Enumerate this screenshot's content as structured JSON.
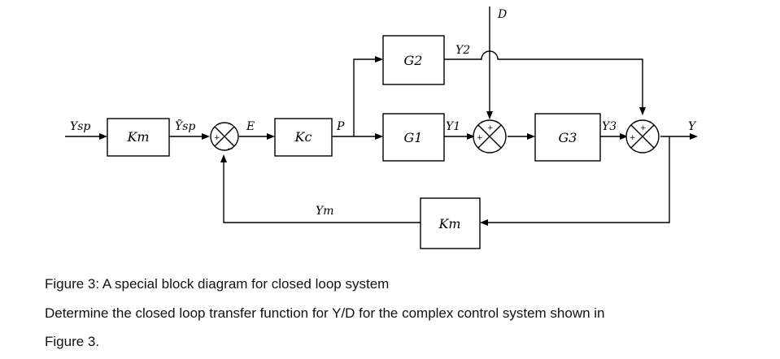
{
  "diagram": {
    "blocks": {
      "km_input": "Km",
      "kc": "Kc",
      "g1": "G1",
      "g2": "G2",
      "g3": "G3",
      "km_feedback": "Km"
    },
    "signals": {
      "ysp": "Ysp",
      "ysp_tilde": "Ỹsp",
      "e": "E",
      "p": "P",
      "y1": "Y1",
      "y2": "Y2",
      "y3": "Y3",
      "d": "D",
      "y": "Y",
      "ym": "Ym"
    },
    "signs": {
      "plus": "+",
      "minus": "−"
    }
  },
  "text": {
    "caption": "Figure 3: A special block diagram for closed loop system",
    "question_line1": "Determine the closed loop transfer function for Y/D for the complex control system shown in",
    "question_line2": "Figure 3."
  }
}
